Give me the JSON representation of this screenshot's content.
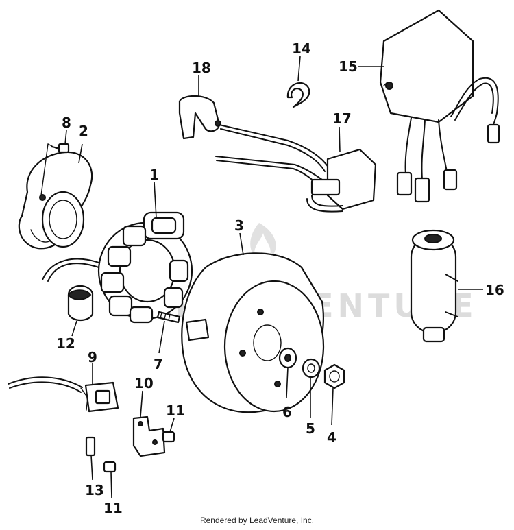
{
  "diagram": {
    "watermark": "LEADVENTURE",
    "footer": "Rendered by LeadVenture, Inc.",
    "callouts": [
      "1",
      "2",
      "3",
      "4",
      "5",
      "6",
      "7",
      "8",
      "9",
      "10",
      "11",
      "11",
      "12",
      "13",
      "14",
      "15",
      "16",
      "17",
      "18"
    ]
  }
}
